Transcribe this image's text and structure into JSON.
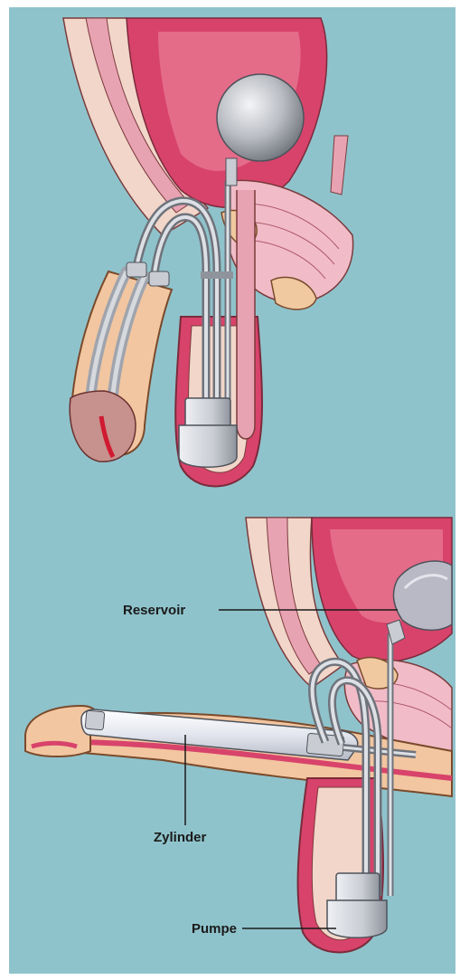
{
  "labels": {
    "reservoir": "Reservoir",
    "zylinder": "Zylinder",
    "pumpe": "Pumpe"
  },
  "colors": {
    "background": "#8fc3cc",
    "bladder": "#d8436b",
    "muscle": "#e8a3b3",
    "skin": "#f2c6a0",
    "implant": "#c9ccd2",
    "tube": "#9fa4ad",
    "reservoir": "#b8b9c4"
  }
}
